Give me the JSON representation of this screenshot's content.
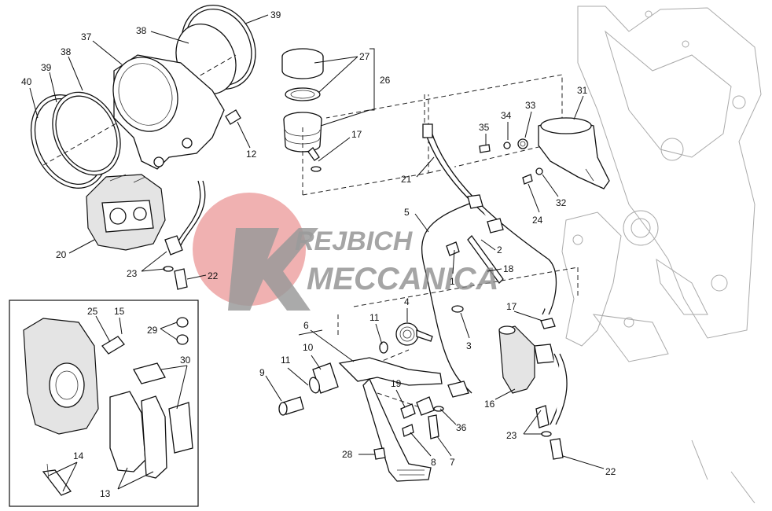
{
  "watermark": {
    "line1": "REJBICH",
    "line2": "MECCANICA",
    "circle_color": "#e88c8c",
    "text_color": "#8a8a8a"
  },
  "labels": [
    "39",
    "38",
    "37",
    "38",
    "39",
    "40",
    "27",
    "26",
    "17",
    "12",
    "35",
    "34",
    "33",
    "31",
    "21",
    "32",
    "24",
    "20",
    "23",
    "22",
    "5",
    "2",
    "18",
    "1",
    "4",
    "3",
    "17",
    "25",
    "15",
    "29",
    "30",
    "6",
    "10",
    "11",
    "11",
    "9",
    "19",
    "16",
    "36",
    "23",
    "7",
    "8",
    "28",
    "22",
    "14",
    "13"
  ]
}
